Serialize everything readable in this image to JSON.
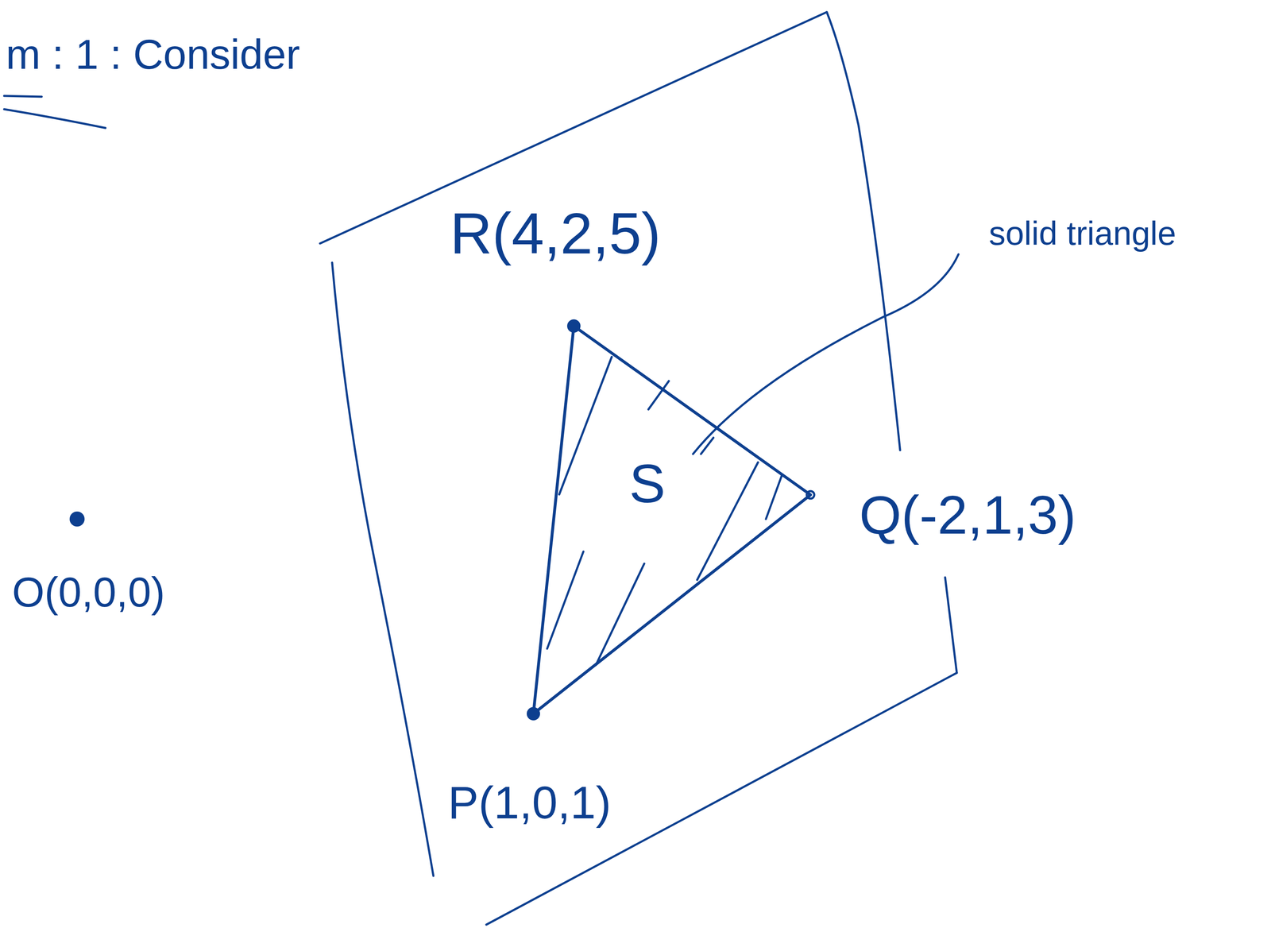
{
  "diagram": {
    "title": "m : 1 : Consider",
    "labels": [
      "R(4,2,5)",
      "S",
      "Q(-2,1,3)",
      "P(1,0,1)",
      "O(0,0,0)",
      "solid triangle"
    ]
  }
}
